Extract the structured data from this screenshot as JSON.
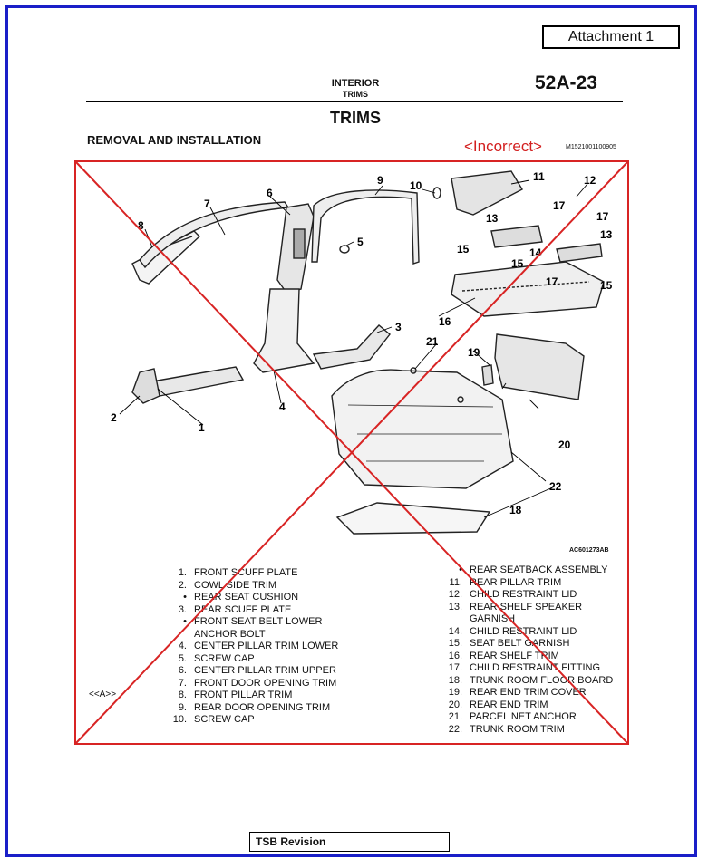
{
  "attachment": "Attachment 1",
  "header": {
    "section_line1": "INTERIOR",
    "section_line2": "TRIMS",
    "page_number": "52A-23"
  },
  "title": "TRIMS",
  "subtitle": "REMOVAL AND INSTALLATION",
  "stamp": "<Incorrect>",
  "doc_code": "M1521001100905",
  "figure_code": "AC601273AB",
  "ref_marker": "<<A>>",
  "footer": "TSB Revision",
  "callouts": [
    "1",
    "2",
    "3",
    "4",
    "5",
    "6",
    "7",
    "8",
    "9",
    "10",
    "11",
    "12",
    "13",
    "13",
    "14",
    "15",
    "15",
    "15",
    "16",
    "17",
    "17",
    "17",
    "18",
    "19",
    "20",
    "21",
    "22"
  ],
  "legend_left": [
    {
      "n": "1.",
      "t": "FRONT SCUFF PLATE"
    },
    {
      "n": "2.",
      "t": "COWL SIDE TRIM"
    },
    {
      "n": "•",
      "t": "REAR SEAT CUSHION"
    },
    {
      "n": "3.",
      "t": "REAR SCUFF PLATE"
    },
    {
      "n": "•",
      "t": "FRONT SEAT BELT LOWER"
    },
    {
      "n": "",
      "t": "ANCHOR BOLT"
    },
    {
      "n": "4.",
      "t": "CENTER PILLAR TRIM LOWER"
    },
    {
      "n": "5.",
      "t": "SCREW CAP"
    },
    {
      "n": "6.",
      "t": "CENTER PILLAR TRIM UPPER"
    },
    {
      "n": "7.",
      "t": "FRONT DOOR OPENING TRIM"
    },
    {
      "n": "8.",
      "t": "FRONT PILLAR TRIM"
    },
    {
      "n": "9.",
      "t": "REAR DOOR OPENING TRIM"
    },
    {
      "n": "10.",
      "t": "SCREW CAP"
    }
  ],
  "legend_right": [
    {
      "n": "•",
      "t": "REAR SEATBACK ASSEMBLY"
    },
    {
      "n": "11.",
      "t": "REAR PILLAR TRIM"
    },
    {
      "n": "12.",
      "t": "CHILD RESTRAINT LID"
    },
    {
      "n": "13.",
      "t": "REAR SHELF SPEAKER"
    },
    {
      "n": "",
      "t": "GARNISH"
    },
    {
      "n": "14.",
      "t": "CHILD RESTRAINT LID"
    },
    {
      "n": "15.",
      "t": "SEAT BELT GARNISH"
    },
    {
      "n": "16.",
      "t": "REAR SHELF TRIM"
    },
    {
      "n": "17.",
      "t": "CHILD RESTRAINT FITTING"
    },
    {
      "n": "18.",
      "t": "TRUNK ROOM FLOOR BOARD"
    },
    {
      "n": "19.",
      "t": "REAR END TRIM COVER"
    },
    {
      "n": "20.",
      "t": "REAR END TRIM"
    },
    {
      "n": "21.",
      "t": "PARCEL NET ANCHOR"
    },
    {
      "n": "22.",
      "t": "TRUNK ROOM TRIM"
    }
  ]
}
